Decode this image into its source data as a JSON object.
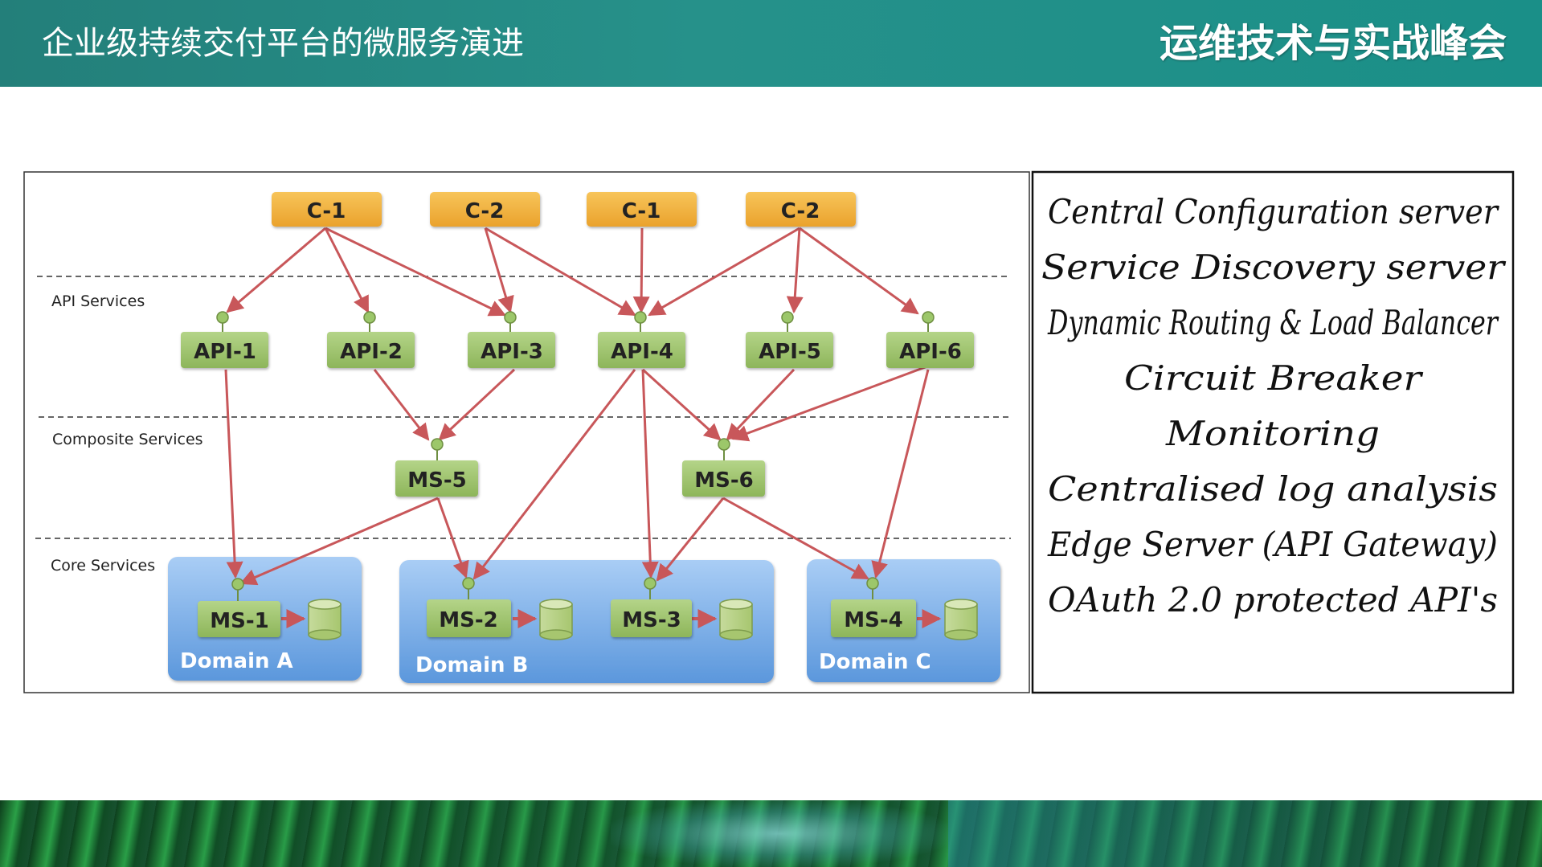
{
  "header": {
    "title": "企业级持续交付平台的微服务演进",
    "brand": "运维技术与实战峰会"
  },
  "colors": {
    "header_bg": "#237f7a",
    "client": "#f2b13c",
    "service": "#9dc26a",
    "domain": "#6aa6e4",
    "arrow": "#c8575a"
  },
  "layers": {
    "api": "API Services",
    "composite": "Composite Services",
    "core": "Core Services"
  },
  "clients": [
    "C-1",
    "C-2",
    "C-1",
    "C-2"
  ],
  "api_services": [
    "API-1",
    "API-2",
    "API-3",
    "API-4",
    "API-5",
    "API-6"
  ],
  "composite_services": [
    "MS-5",
    "MS-6"
  ],
  "core_services": [
    "MS-1",
    "MS-2",
    "MS-3",
    "MS-4"
  ],
  "domains": [
    "Domain A",
    "Domain B",
    "Domain C"
  ],
  "features": [
    "Central Configuration server",
    "Service Discovery server",
    "Dynamic Routing & Load Balancer",
    "Circuit Breaker",
    "Monitoring",
    "Centralised log analysis",
    "Edge Server (API Gateway)",
    "OAuth 2.0 protected API's"
  ]
}
